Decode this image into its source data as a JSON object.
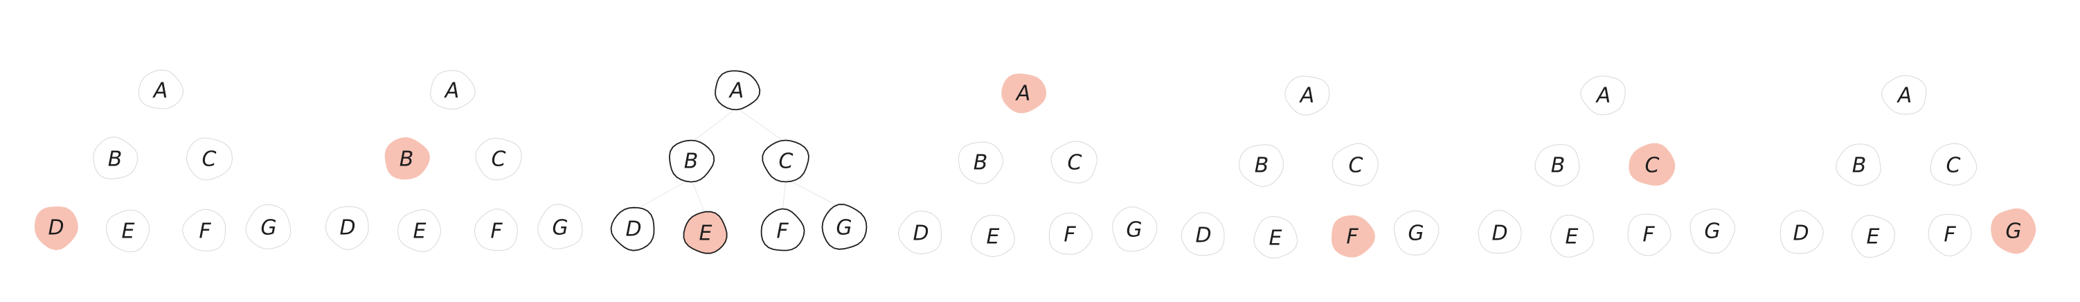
{
  "colors": {
    "highlight": "#f7c2b4",
    "stroke_faint": "#bfbfbf",
    "stroke_strong": "#1e1e1e",
    "text": "#1e1e1e"
  },
  "trees": [
    {
      "highlight": "D",
      "emphasized": []
    },
    {
      "highlight": "B",
      "emphasized": []
    },
    {
      "highlight": "E",
      "emphasized": [
        "A",
        "B",
        "C",
        "D",
        "F",
        "G"
      ]
    },
    {
      "highlight": "A",
      "emphasized": []
    },
    {
      "highlight": "F",
      "emphasized": []
    },
    {
      "highlight": "C",
      "emphasized": []
    },
    {
      "highlight": "G",
      "emphasized": []
    }
  ],
  "nodes": {
    "A": "A",
    "B": "B",
    "C": "C",
    "D": "D",
    "E": "E",
    "F": "F",
    "G": "G"
  }
}
